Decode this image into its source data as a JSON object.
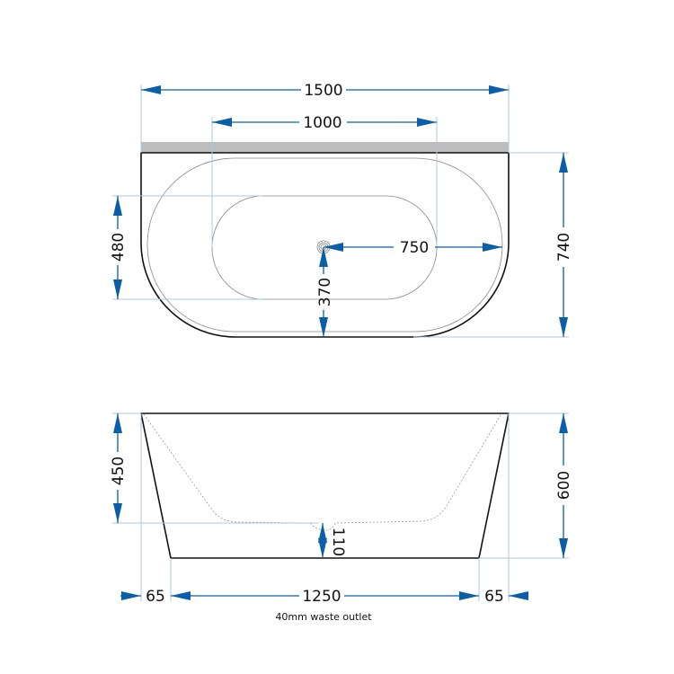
{
  "top_view": {
    "overall_width": "1500",
    "inner_width": "1000",
    "inner_depth": "480",
    "overall_depth": "740",
    "waste_to_right": "750",
    "waste_to_front": "370"
  },
  "side_view": {
    "bowl_depth": "450",
    "overall_height": "600",
    "waste_height": "110",
    "left_offset": "65",
    "base_length": "1250",
    "right_offset": "65",
    "caption": "40mm waste outlet"
  },
  "colors": {
    "dimension": "#0b5ea8",
    "extension": "#a9c8e0",
    "wall": "#bdbdbd"
  }
}
